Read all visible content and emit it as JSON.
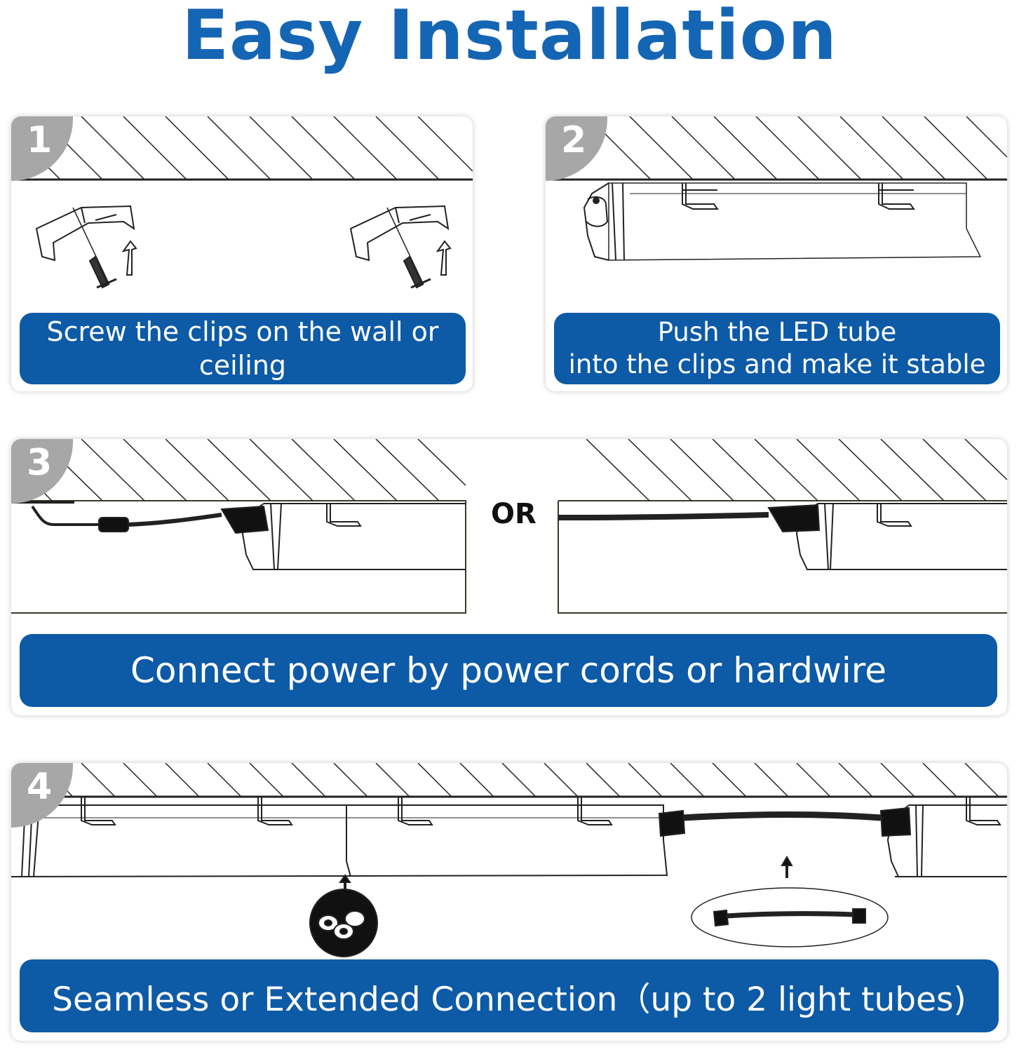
{
  "title": "Easy Installation",
  "colors": {
    "title": "#1565b5",
    "caption_bg": "#0d5aa7",
    "badge": "#a7a7a7"
  },
  "steps": [
    {
      "number": "1",
      "caption": "Screw the clips on the wall or\nceiling"
    },
    {
      "number": "2",
      "caption": "Push the LED tube\ninto the clips and make it stable"
    },
    {
      "number": "3",
      "caption": "Connect power by power cords or hardwire"
    },
    {
      "number": "4",
      "caption": "Seamless or Extended Connection（up to 2 light tubes)"
    }
  ],
  "or_label": "OR"
}
